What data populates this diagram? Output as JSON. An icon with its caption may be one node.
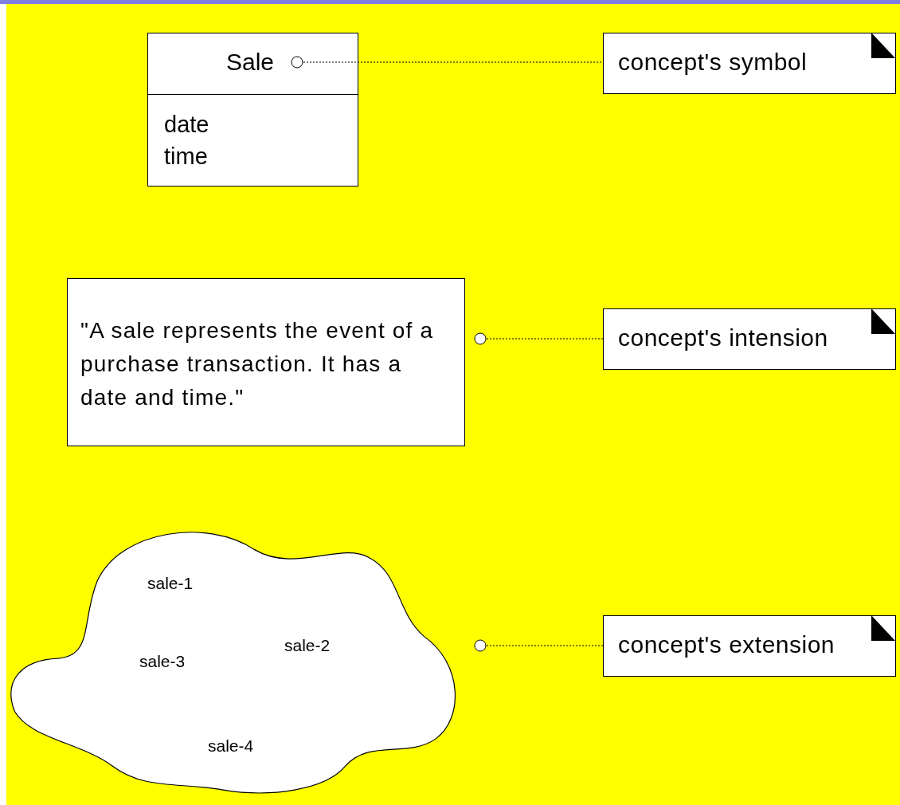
{
  "diagram": {
    "nodes": [
      {
        "text": [
          "Sale",
          "date",
          "time"
        ]
      },
      {
        "text": [
          "concept's symbol"
        ]
      },
      {
        "text": [
          "\"A sale represents the event of a purchase transaction. It has a date and time.\""
        ]
      },
      {
        "text": [
          "concept's intension"
        ]
      },
      {
        "text": [
          "sale-1",
          "sale-2",
          "sale-3",
          "sale-4"
        ]
      },
      {
        "text": [
          "concept's extension"
        ]
      }
    ],
    "edges": [
      {
        "from": 0,
        "to": 1,
        "arrow": "other",
        "style": "dashed"
      },
      {
        "from": 2,
        "to": 3,
        "arrow": "other",
        "style": "dashed"
      },
      {
        "from": 4,
        "to": 5,
        "arrow": "other",
        "style": "dashed"
      }
    ]
  }
}
